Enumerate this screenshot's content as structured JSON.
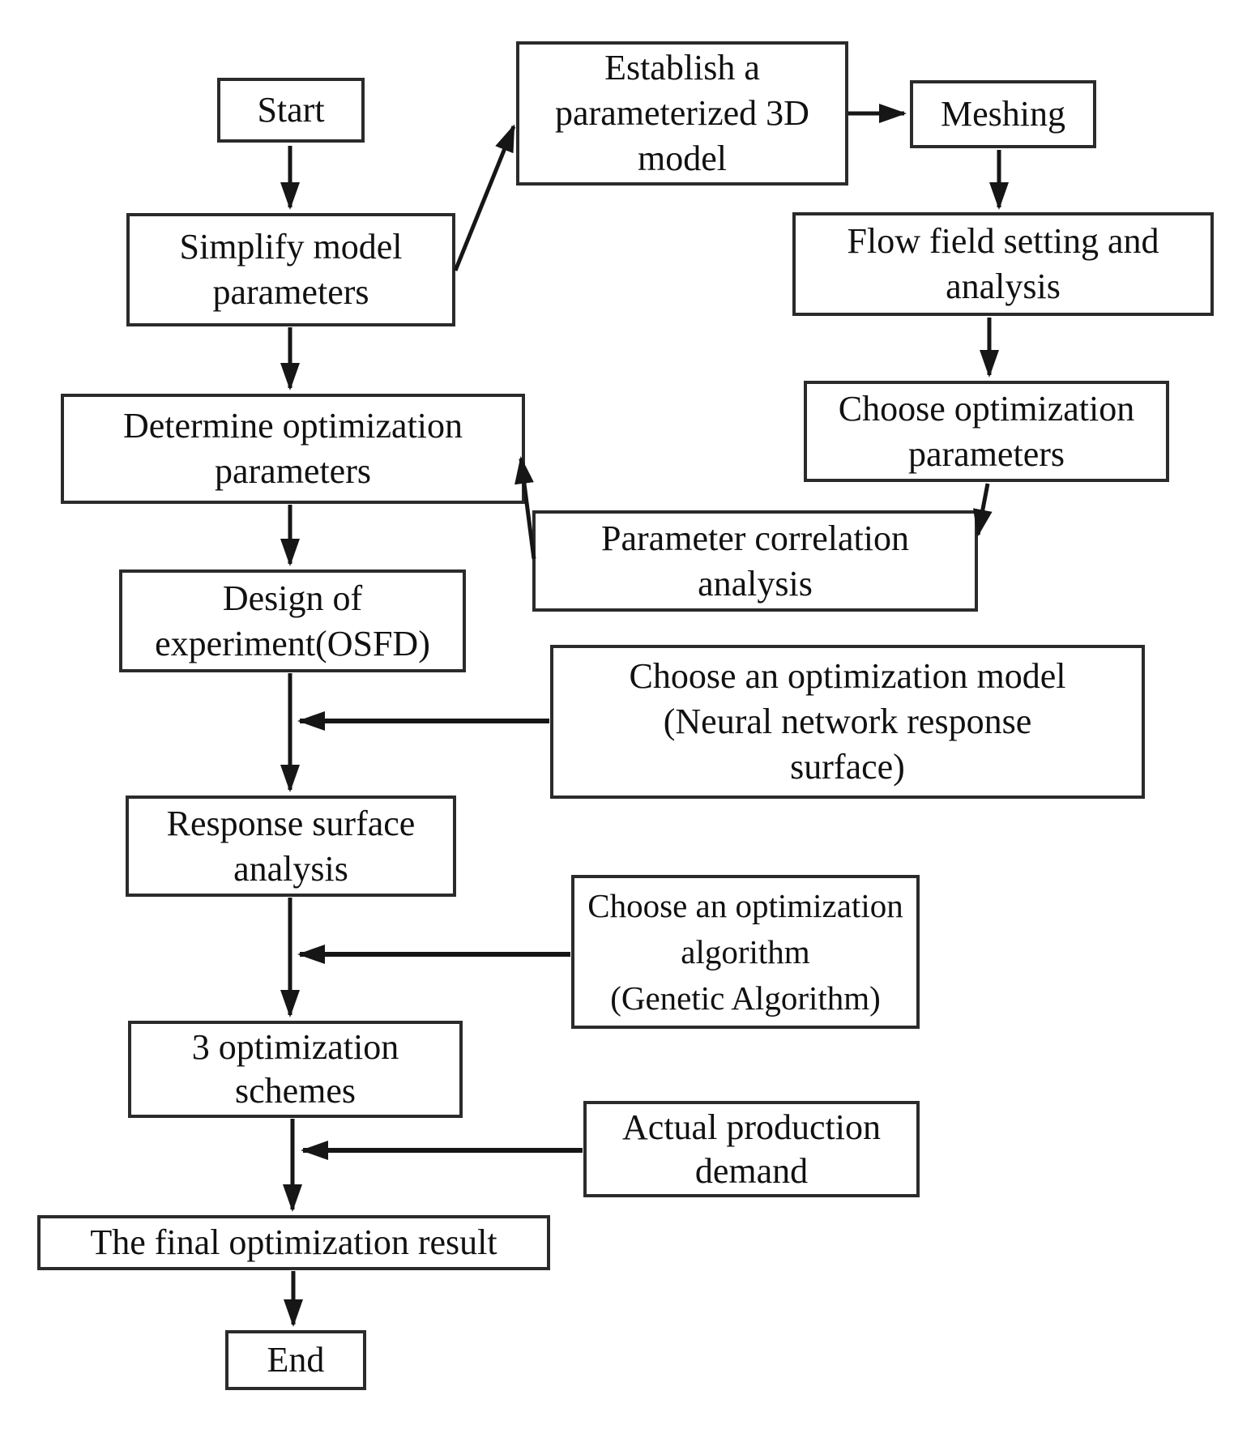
{
  "diagram": {
    "type": "flowchart",
    "colors": {
      "background": "#ffffff",
      "ink": "#111111",
      "box_border": "#2b2b2b"
    },
    "nodes": {
      "start": {
        "label": "Start"
      },
      "establish": {
        "label": [
          "Establish a",
          "parameterized 3D",
          "model"
        ]
      },
      "meshing": {
        "label": "Meshing"
      },
      "simplify": {
        "label": [
          "Simplify model",
          "parameters"
        ]
      },
      "flow_field": {
        "label": [
          "Flow field setting and",
          "analysis"
        ]
      },
      "determine": {
        "label": [
          "Determine optimization",
          "parameters"
        ]
      },
      "choose_params": {
        "label": [
          "Choose optimization",
          "parameters"
        ]
      },
      "param_corr": {
        "label": [
          "Parameter correlation",
          "analysis"
        ]
      },
      "design": {
        "label": [
          "Design of",
          "experiment(OSFD)"
        ]
      },
      "choose_model": {
        "label": [
          "Choose an optimization model",
          "(Neural network response",
          "surface)"
        ]
      },
      "response": {
        "label": [
          "Response surface",
          "analysis"
        ]
      },
      "choose_algorithm": {
        "label": [
          "Choose an optimization",
          "algorithm",
          "(Genetic Algorithm)"
        ]
      },
      "schemes": {
        "label": [
          "3 optimization",
          "schemes"
        ]
      },
      "actual_demand": {
        "label": [
          "Actual production",
          "demand"
        ]
      },
      "final_result": {
        "label": "The final optimization result"
      },
      "end": {
        "label": "End"
      }
    },
    "edges": [
      {
        "from": "start",
        "to": "simplify"
      },
      {
        "from": "simplify",
        "to": "establish"
      },
      {
        "from": "establish",
        "to": "meshing"
      },
      {
        "from": "meshing",
        "to": "flow_field"
      },
      {
        "from": "flow_field",
        "to": "choose_params"
      },
      {
        "from": "choose_params",
        "to": "param_corr"
      },
      {
        "from": "param_corr",
        "to": "determine"
      },
      {
        "from": "simplify",
        "to": "determine"
      },
      {
        "from": "determine",
        "to": "design"
      },
      {
        "from": "design",
        "to": "response"
      },
      {
        "from": "choose_model",
        "to": "response"
      },
      {
        "from": "response",
        "to": "schemes"
      },
      {
        "from": "choose_algorithm",
        "to": "schemes"
      },
      {
        "from": "schemes",
        "to": "final_result"
      },
      {
        "from": "actual_demand",
        "to": "final_result"
      },
      {
        "from": "final_result",
        "to": "end"
      }
    ]
  }
}
